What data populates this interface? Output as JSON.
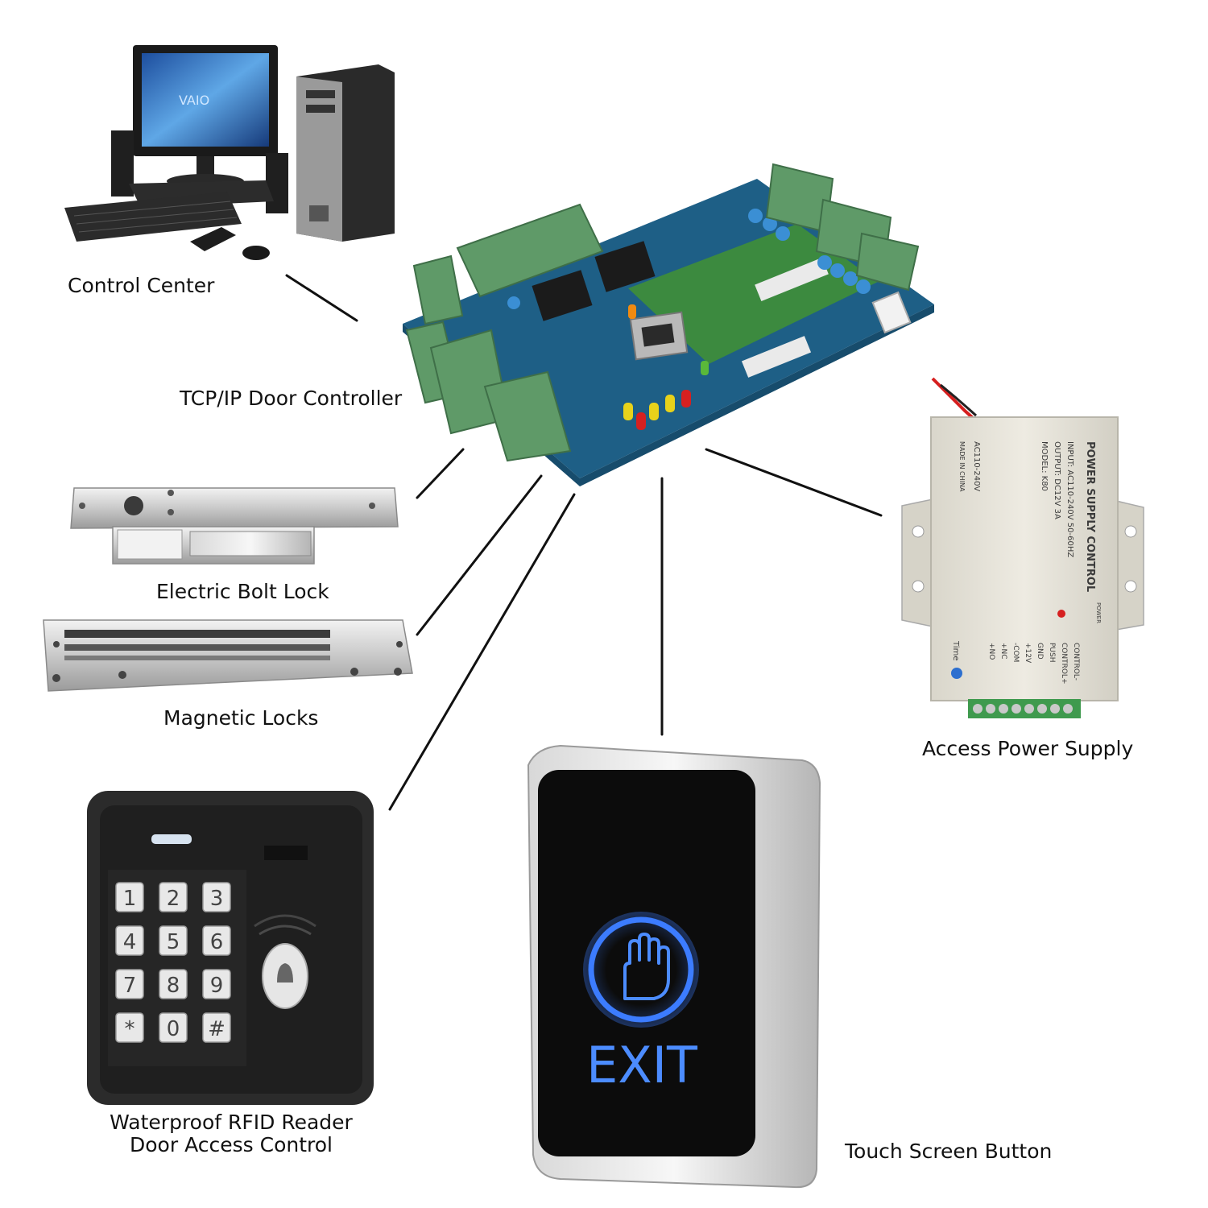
{
  "labels": {
    "control_center": "Control Center",
    "door_controller": "TCP/IP Door Controller",
    "bolt_lock": "Electric Bolt Lock",
    "magnetic_locks": "Magnetic Locks",
    "rfid_reader_line1": "Waterproof RFID Reader",
    "rfid_reader_line2": "Door Access Control",
    "touch_button": "Touch Screen Button",
    "power_supply": "Access Power Supply"
  },
  "devices": {
    "monitor_brand": "VAIO",
    "keypad_keys": [
      "1",
      "2",
      "3",
      "4",
      "5",
      "6",
      "7",
      "8",
      "9",
      "*",
      "0",
      "#"
    ],
    "exit_text": "EXIT",
    "power_box": {
      "title": "POWER SUPPLY CONTROL",
      "input": "INPUT: AC110-240V 50-60HZ",
      "output": "OUTPUT: DC12V 3A",
      "model": "MODEL: K80",
      "ac": "AC110-240V",
      "made_in": "MADE IN CHINA",
      "power_led_label": "POWER",
      "time_label": "Time",
      "terminals": [
        "CONTROL-",
        "CONTROL+",
        "PUSH",
        "GND",
        "+12V",
        "-COM",
        "+NC",
        "+NO"
      ]
    }
  },
  "colors": {
    "pcb": "#1e5f86",
    "terminal_green": "#5f9a68",
    "exit_glow": "#3c7cff",
    "power_box": "#e9e6dc",
    "keypad_body": "#2b2b2b",
    "line": "#111111"
  }
}
